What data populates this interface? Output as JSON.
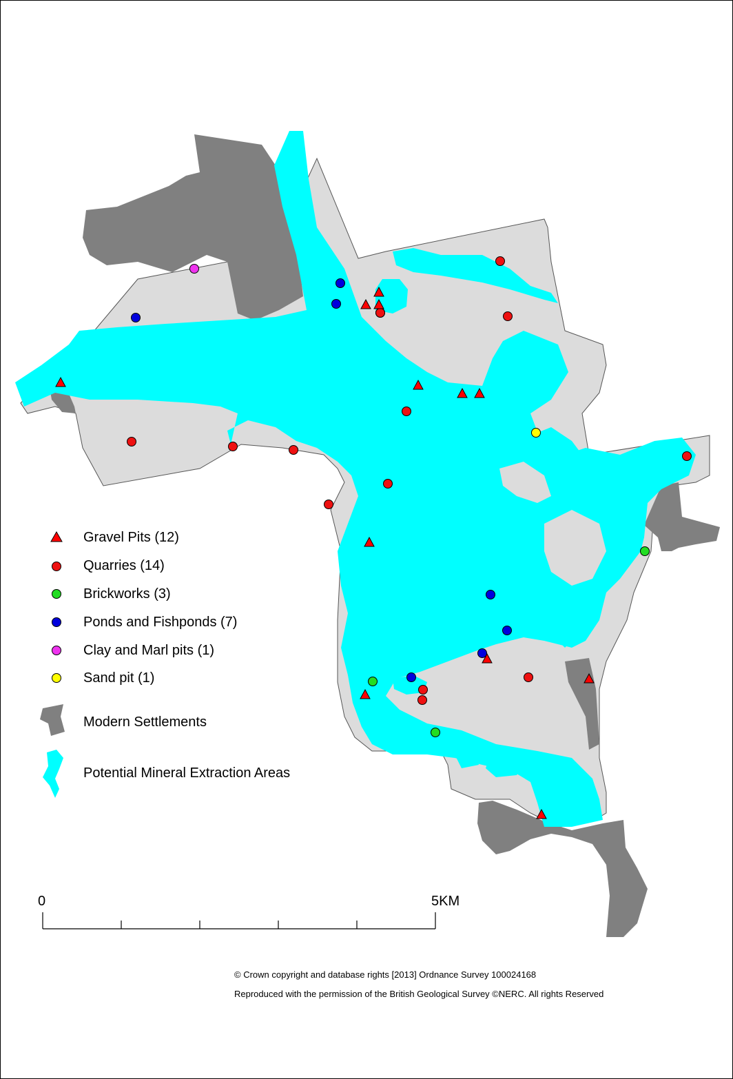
{
  "legend": {
    "gravel_pits": "Gravel Pits (12)",
    "quarries": "Quarries (14)",
    "brickworks": "Brickworks (3)",
    "ponds": "Ponds and Fishponds (7)",
    "clay_marl": "Clay and Marl pits (1)",
    "sand_pit": "Sand pit (1)",
    "settlements": "Modern Settlements",
    "mineral_areas": "Potential Mineral Extraction Areas"
  },
  "scale_bar": {
    "start_label": "0",
    "end_label": "5KM"
  },
  "credits": {
    "line1": "© Crown copyright and database rights [2013] Ordnance Survey 100024168",
    "line2": "Reproduced with the permission of the British Geological Survey ©NERC. All rights Reserved"
  },
  "colors": {
    "study_area": "#dcdcdc",
    "mineral_areas": "#00ffff",
    "settlements": "#808080",
    "gravel_pits": "#ff0000",
    "quarries": "#ee1111",
    "brickworks": "#22dd22",
    "ponds": "#0000dd",
    "clay_marl": "#ee33ee",
    "sand_pit": "#ffff00"
  }
}
